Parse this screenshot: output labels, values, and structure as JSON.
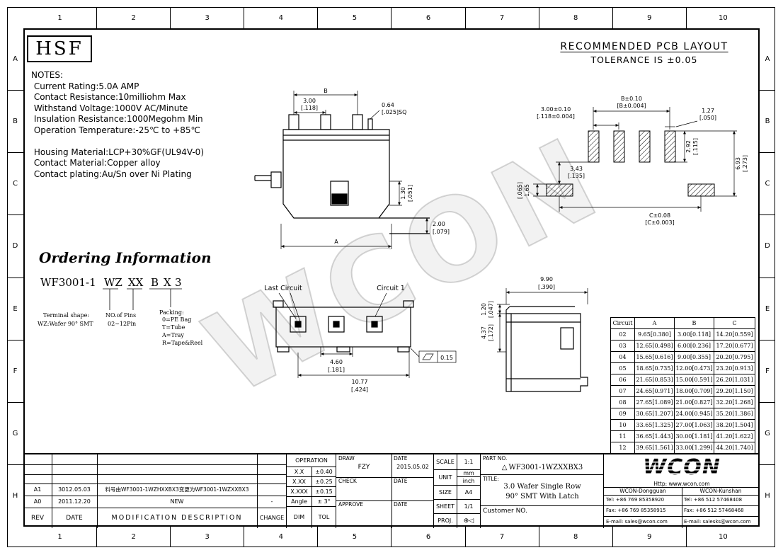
{
  "frame": {
    "cols": [
      "1",
      "2",
      "3",
      "4",
      "5",
      "6",
      "7",
      "8",
      "9",
      "10"
    ],
    "rows": [
      "A",
      "B",
      "C",
      "D",
      "E",
      "F",
      "G",
      "H"
    ]
  },
  "logo_hsf": "HSF",
  "watermark": "WCON",
  "pcb_header": {
    "title": "RECOMMENDED PCB LAYOUT",
    "tolerance": "TOLERANCE IS ±0.05"
  },
  "notes": {
    "lines": [
      "NOTES:",
      " Current Rating:5.0A AMP",
      " Contact Resistance:10milliohm Max",
      " Withstand Voltage:1000V AC/Minute",
      " Insulation Resistance:1000Megohm Min",
      " Operation Temperature:-25℃ to +85℃",
      "",
      " Housing Material:LCP+30%GF(UL94V-0)",
      " Contact Material:Copper alloy",
      " Contact plating:Au/Sn over Ni Plating"
    ]
  },
  "ordering": {
    "heading": "Ordering Information",
    "code": [
      "WF3001-1",
      "WZ",
      "XX",
      "B",
      "X",
      "3"
    ],
    "terminal_label": "Terminal shape:",
    "terminal_value": "WZ:Wafer 90° SMT",
    "pins_label": "NO.of Pins",
    "pins_value": "02~12Pin",
    "packing_label": "Packing:",
    "packing_options": [
      "0=PE Bag",
      "T=Tube",
      "A=Tray",
      "R=Tape&Reel"
    ]
  },
  "front_view": {
    "b_label": "B",
    "pitch_mm": "3.00",
    "pitch_in": "[.118]",
    "pin_mm": "0.64",
    "pin_in": "[.025]SQ",
    "h1_mm": "1.30",
    "h1_in": "[.051]",
    "h2_mm": "2.00",
    "h2_in": "[.079]",
    "a_label": "A"
  },
  "pcb_layout": {
    "span_mm": "B±0.10",
    "span_in": "[B±0.004]",
    "pitch_mm": "3.00±0.10",
    "pitch_in": "[.118±0.004]",
    "pad_w_mm": "1.27",
    "pad_w_in": "[.050]",
    "pad_h_mm": "2.92",
    "pad_h_in": "[.115]",
    "total_h_mm": "6.93",
    "total_h_in": "[.273]",
    "slot_w_mm": "3.43",
    "slot_w_in": "[.135]",
    "slot_h_mm": "1.65",
    "slot_h_in": "[.065]",
    "span_c_mm": "C±0.08",
    "span_c_in": "[C±0.003]"
  },
  "bottom_view": {
    "last_circuit": "Last Circuit",
    "circuit_1": "Circuit 1",
    "depth_mm": "4.60",
    "depth_in": "[.181]",
    "length_mm": "10.77",
    "length_in": "[.424]",
    "flatness": "0.15"
  },
  "side_view": {
    "w_mm": "9.90",
    "w_in": "[.390]",
    "t1_mm": "1.20",
    "t1_in": "[.047]",
    "t2_mm": "4.37",
    "t2_in": "[.172]"
  },
  "circuit_table": {
    "headers": [
      "Circuit",
      "A",
      "B",
      "C"
    ],
    "rows": [
      [
        "02",
        "9.65[0.380]",
        "3.00[0.118]",
        "14.20[0.559]"
      ],
      [
        "03",
        "12.65[0.498]",
        "6.00[0.236]",
        "17.20[0.677]"
      ],
      [
        "04",
        "15.65[0.616]",
        "9.00[0.355]",
        "20.20[0.795]"
      ],
      [
        "05",
        "18.65[0.735]",
        "12.00[0.473]",
        "23.20[0.913]"
      ],
      [
        "06",
        "21.65[0.853]",
        "15.00[0.591]",
        "26.20[1.031]"
      ],
      [
        "07",
        "24.65[0.971]",
        "18.00[0.709]",
        "29.20[1.150]"
      ],
      [
        "08",
        "27.65[1.089]",
        "21.00[0.827]",
        "32.20[1.268]"
      ],
      [
        "09",
        "30.65[1.207]",
        "24.00[0.945]",
        "35.20[1.386]"
      ],
      [
        "10",
        "33.65[1.325]",
        "27.00[1.063]",
        "38.20[1.504]"
      ],
      [
        "11",
        "36.65[1.443]",
        "30.00[1.181]",
        "41.20[1.622]"
      ],
      [
        "12",
        "39.65[1.561]",
        "33.00[1.299]",
        "44.20[1.740]"
      ]
    ]
  },
  "title_block": {
    "revisions": [
      {
        "rev": "A1",
        "date": "3012.05.03",
        "desc": "料号由WF3001-1WZHXXBX3变更为WF3001-1WZXXBX3",
        "change": ""
      },
      {
        "rev": "A0",
        "date": "2011.12.20",
        "desc": "NEW",
        "change": "-"
      }
    ],
    "rev_headers": {
      "rev": "REV",
      "date": "DATE",
      "desc": "MODIFICATION DESCRIPTION",
      "change": "CHANGE"
    },
    "operation": {
      "title": "OPERATION",
      "rows": [
        [
          "X.X",
          "±0.40"
        ],
        [
          "X.XX",
          "±0.25"
        ],
        [
          "X.XXX",
          "±0.15"
        ],
        [
          "Angle",
          "± 3°"
        ]
      ],
      "dim": "DIM",
      "tol": "TOL"
    },
    "sign": {
      "draw_label": "DRAW",
      "draw_value": "FZY",
      "draw_date_label": "DATE",
      "draw_date": "2015.05.02",
      "check_label": "CHECK",
      "check_value": "",
      "check_date_label": "DATE",
      "check_date": "",
      "approve_label": "APPROVE",
      "approve_value": "",
      "approve_date_label": "DATE",
      "approve_date": ""
    },
    "meta": {
      "scale_label": "SCALE",
      "scale": "1:1",
      "unit_label": "UNIT",
      "unit_top": "mm",
      "unit_bottom": "inch",
      "size_label": "SIZE",
      "size": "A4",
      "sheet_label": "SHEET",
      "sheet": "1/1",
      "proj_label": "PROJ.",
      "proj_symbol": "⊕◁"
    },
    "part": {
      "part_no_label": "PART NO.",
      "part_no_marker": "△",
      "part_no": "WF3001-1WZXXBX3",
      "title_label": "TITLE:",
      "title_line1": "3.0 Wafer Single Row",
      "title_line2": "90° SMT With Latch",
      "customer_label": "Customer NO."
    },
    "company": {
      "logo": "WCON",
      "url": "Http: www.wcon.com",
      "offices": [
        {
          "name": "WCON-Dongguan",
          "tel": "Tel: +86 769 85358920",
          "fax": "Fax: +86 769 85358915",
          "email": "E-mail: sales@wcon.com"
        },
        {
          "name": "WCON-Kunshan",
          "tel": "Tel: +86 512 57468408",
          "fax": "Fax: +86 512 57468468",
          "email": "E-mail: salesks@wcon.com"
        }
      ]
    }
  }
}
